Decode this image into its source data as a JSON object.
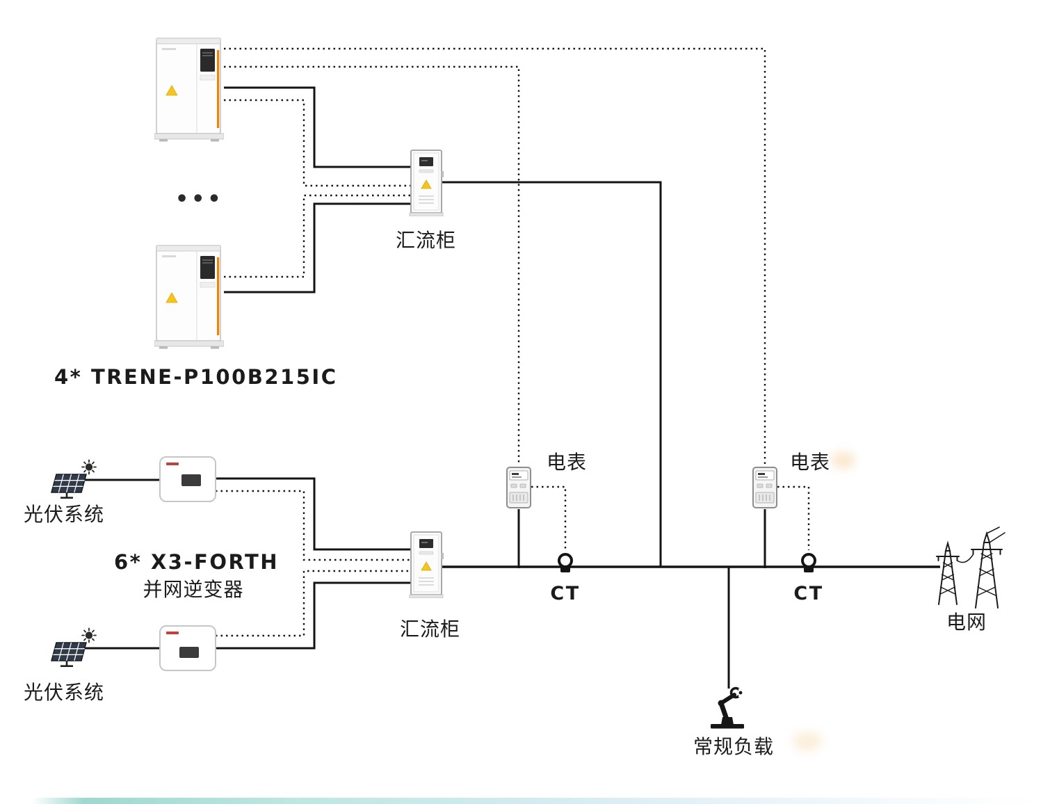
{
  "labels": {
    "battery_group": "4* TRENE-P100B215IC",
    "ellipsis": "•••",
    "combiner_top": "汇流柜",
    "combiner_bottom": "汇流柜",
    "meter_left": "电表",
    "meter_right": "电表",
    "ct_left": "CT",
    "ct_right": "CT",
    "pv_top": "光伏系统",
    "pv_bottom": "光伏系统",
    "inverter_model": "6* X3-FORTH",
    "inverter_type": "并网逆变器",
    "grid": "电网",
    "load": "常规负载"
  },
  "icons": {
    "battery_cabinet_icon": "svg-storage-cabinet-orange-stripe",
    "combiner_cabinet_icon": "svg-small-combiner-cabinet",
    "meter_icon": "svg-energy-meter",
    "ct_icon": "svg-ring-clamp-on-wire",
    "pv_icon": "svg-solar-panel-with-sun",
    "inverter_icon": "svg-inverter-box",
    "grid_icon": "svg-transmission-towers",
    "load_icon": "svg-robot-arm",
    "more_units_icon": "•••"
  },
  "colors": {
    "wire": "#141414",
    "accent_orange": "#f08300",
    "warning_yellow": "#f5c51c",
    "device_stroke": "#9f9f9f",
    "footer_teal": "#a8ddd6",
    "footer_blue": "#d9ecf4"
  }
}
